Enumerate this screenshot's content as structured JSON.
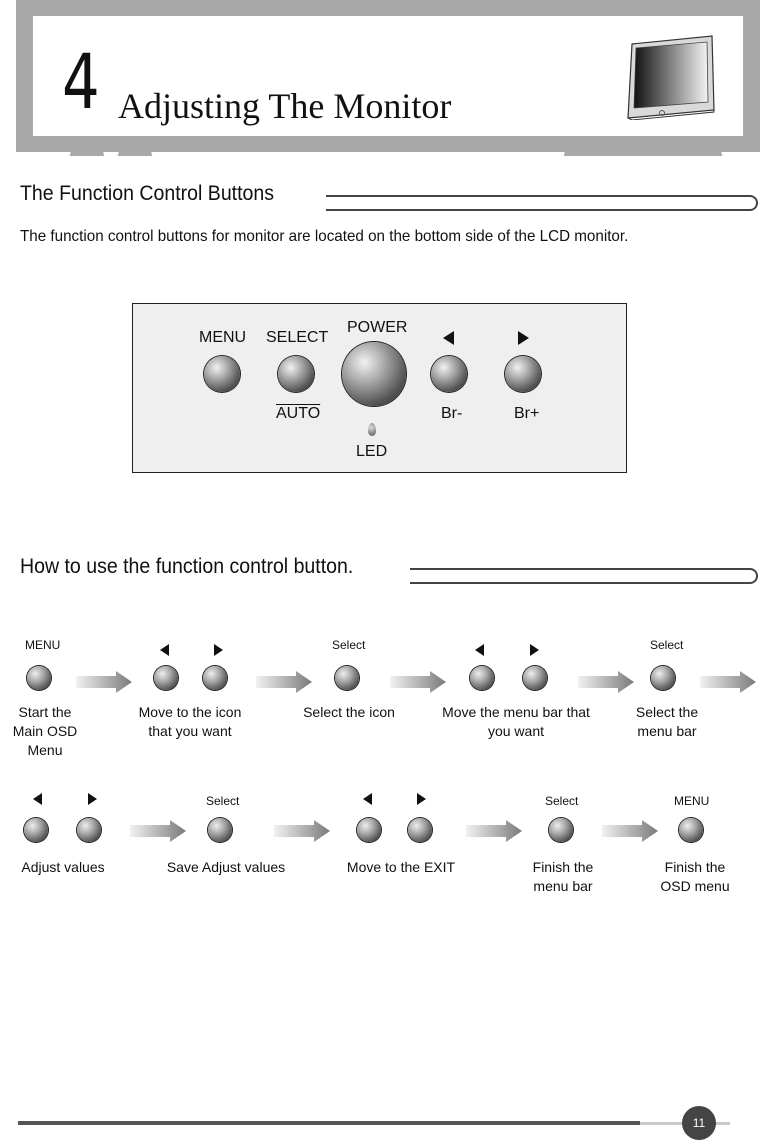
{
  "header": {
    "chapter_number": "4",
    "chapter_title": "Adjusting The Monitor"
  },
  "section1": {
    "title": "The Function Control Buttons",
    "intro": "The function control buttons for monitor are located on the bottom side of the LCD monitor."
  },
  "panel": {
    "menu": "MENU",
    "select": "SELECT",
    "power": "POWER",
    "auto": "AUTO",
    "br_minus": "Br-",
    "br_plus": "Br+",
    "led": "LED"
  },
  "section2": {
    "title": "How to use the function control button."
  },
  "flow_row1": [
    {
      "label": "MENU",
      "caption": [
        "Start the",
        "Main OSD",
        "Menu"
      ]
    },
    {
      "label": "",
      "caption": [
        "Move to the icon",
        "that you want"
      ]
    },
    {
      "label": "Select",
      "caption": [
        "Select the icon"
      ]
    },
    {
      "label": "",
      "caption": [
        "Move the menu bar that",
        "you want"
      ]
    },
    {
      "label": "Select",
      "caption": [
        "Select the",
        "menu bar"
      ]
    }
  ],
  "flow_row2": [
    {
      "label": "",
      "caption": [
        "Adjust values"
      ]
    },
    {
      "label": "Select",
      "caption": [
        "Save Adjust values"
      ]
    },
    {
      "label": "",
      "caption": [
        "Move to the EXIT"
      ]
    },
    {
      "label": "Select",
      "caption": [
        "Finish the",
        "menu bar"
      ]
    },
    {
      "label": "MENU",
      "caption": [
        "Finish the",
        "OSD menu"
      ]
    }
  ],
  "footer": {
    "page_number": "11"
  },
  "colors": {
    "header_band": "#a9a9a9",
    "panel_bg": "#efefef",
    "arrow_gradient_start": "#f2f2f2",
    "arrow_gradient_end": "#7a7a7a"
  }
}
